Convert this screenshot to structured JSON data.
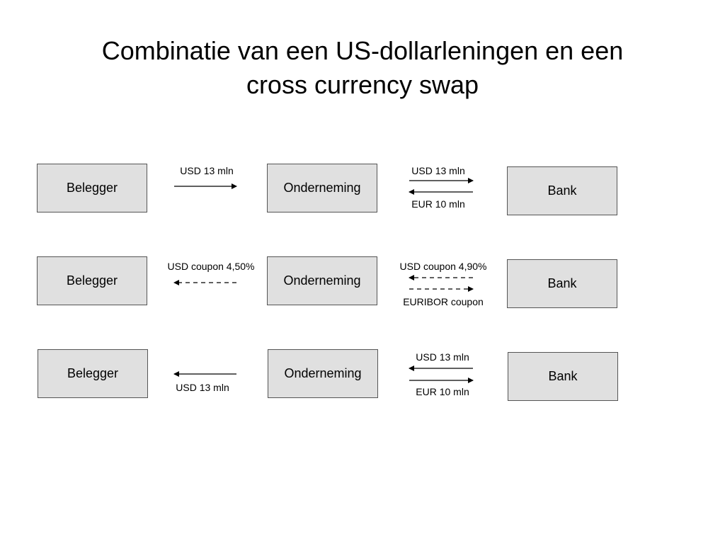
{
  "title_line1": "Combinatie van een US-dollarleningen en een",
  "title_line2": "cross currency swap",
  "rows": [
    {
      "belegger": "Belegger",
      "onderneming": "Onderneming",
      "bank": "Bank",
      "left_label": "USD 13 mln",
      "right_top_label": "USD 13 mln",
      "right_bottom_label": "EUR 10 mln"
    },
    {
      "belegger": "Belegger",
      "onderneming": "Onderneming",
      "bank": "Bank",
      "left_label": "USD coupon 4,50%",
      "right_top_label": "USD coupon 4,90%",
      "right_bottom_label": "EURIBOR coupon"
    },
    {
      "belegger": "Belegger",
      "onderneming": "Onderneming",
      "bank": "Bank",
      "left_label": "USD 13 mln",
      "right_top_label": "USD 13 mln",
      "right_bottom_label": "EUR 10 mln"
    }
  ]
}
